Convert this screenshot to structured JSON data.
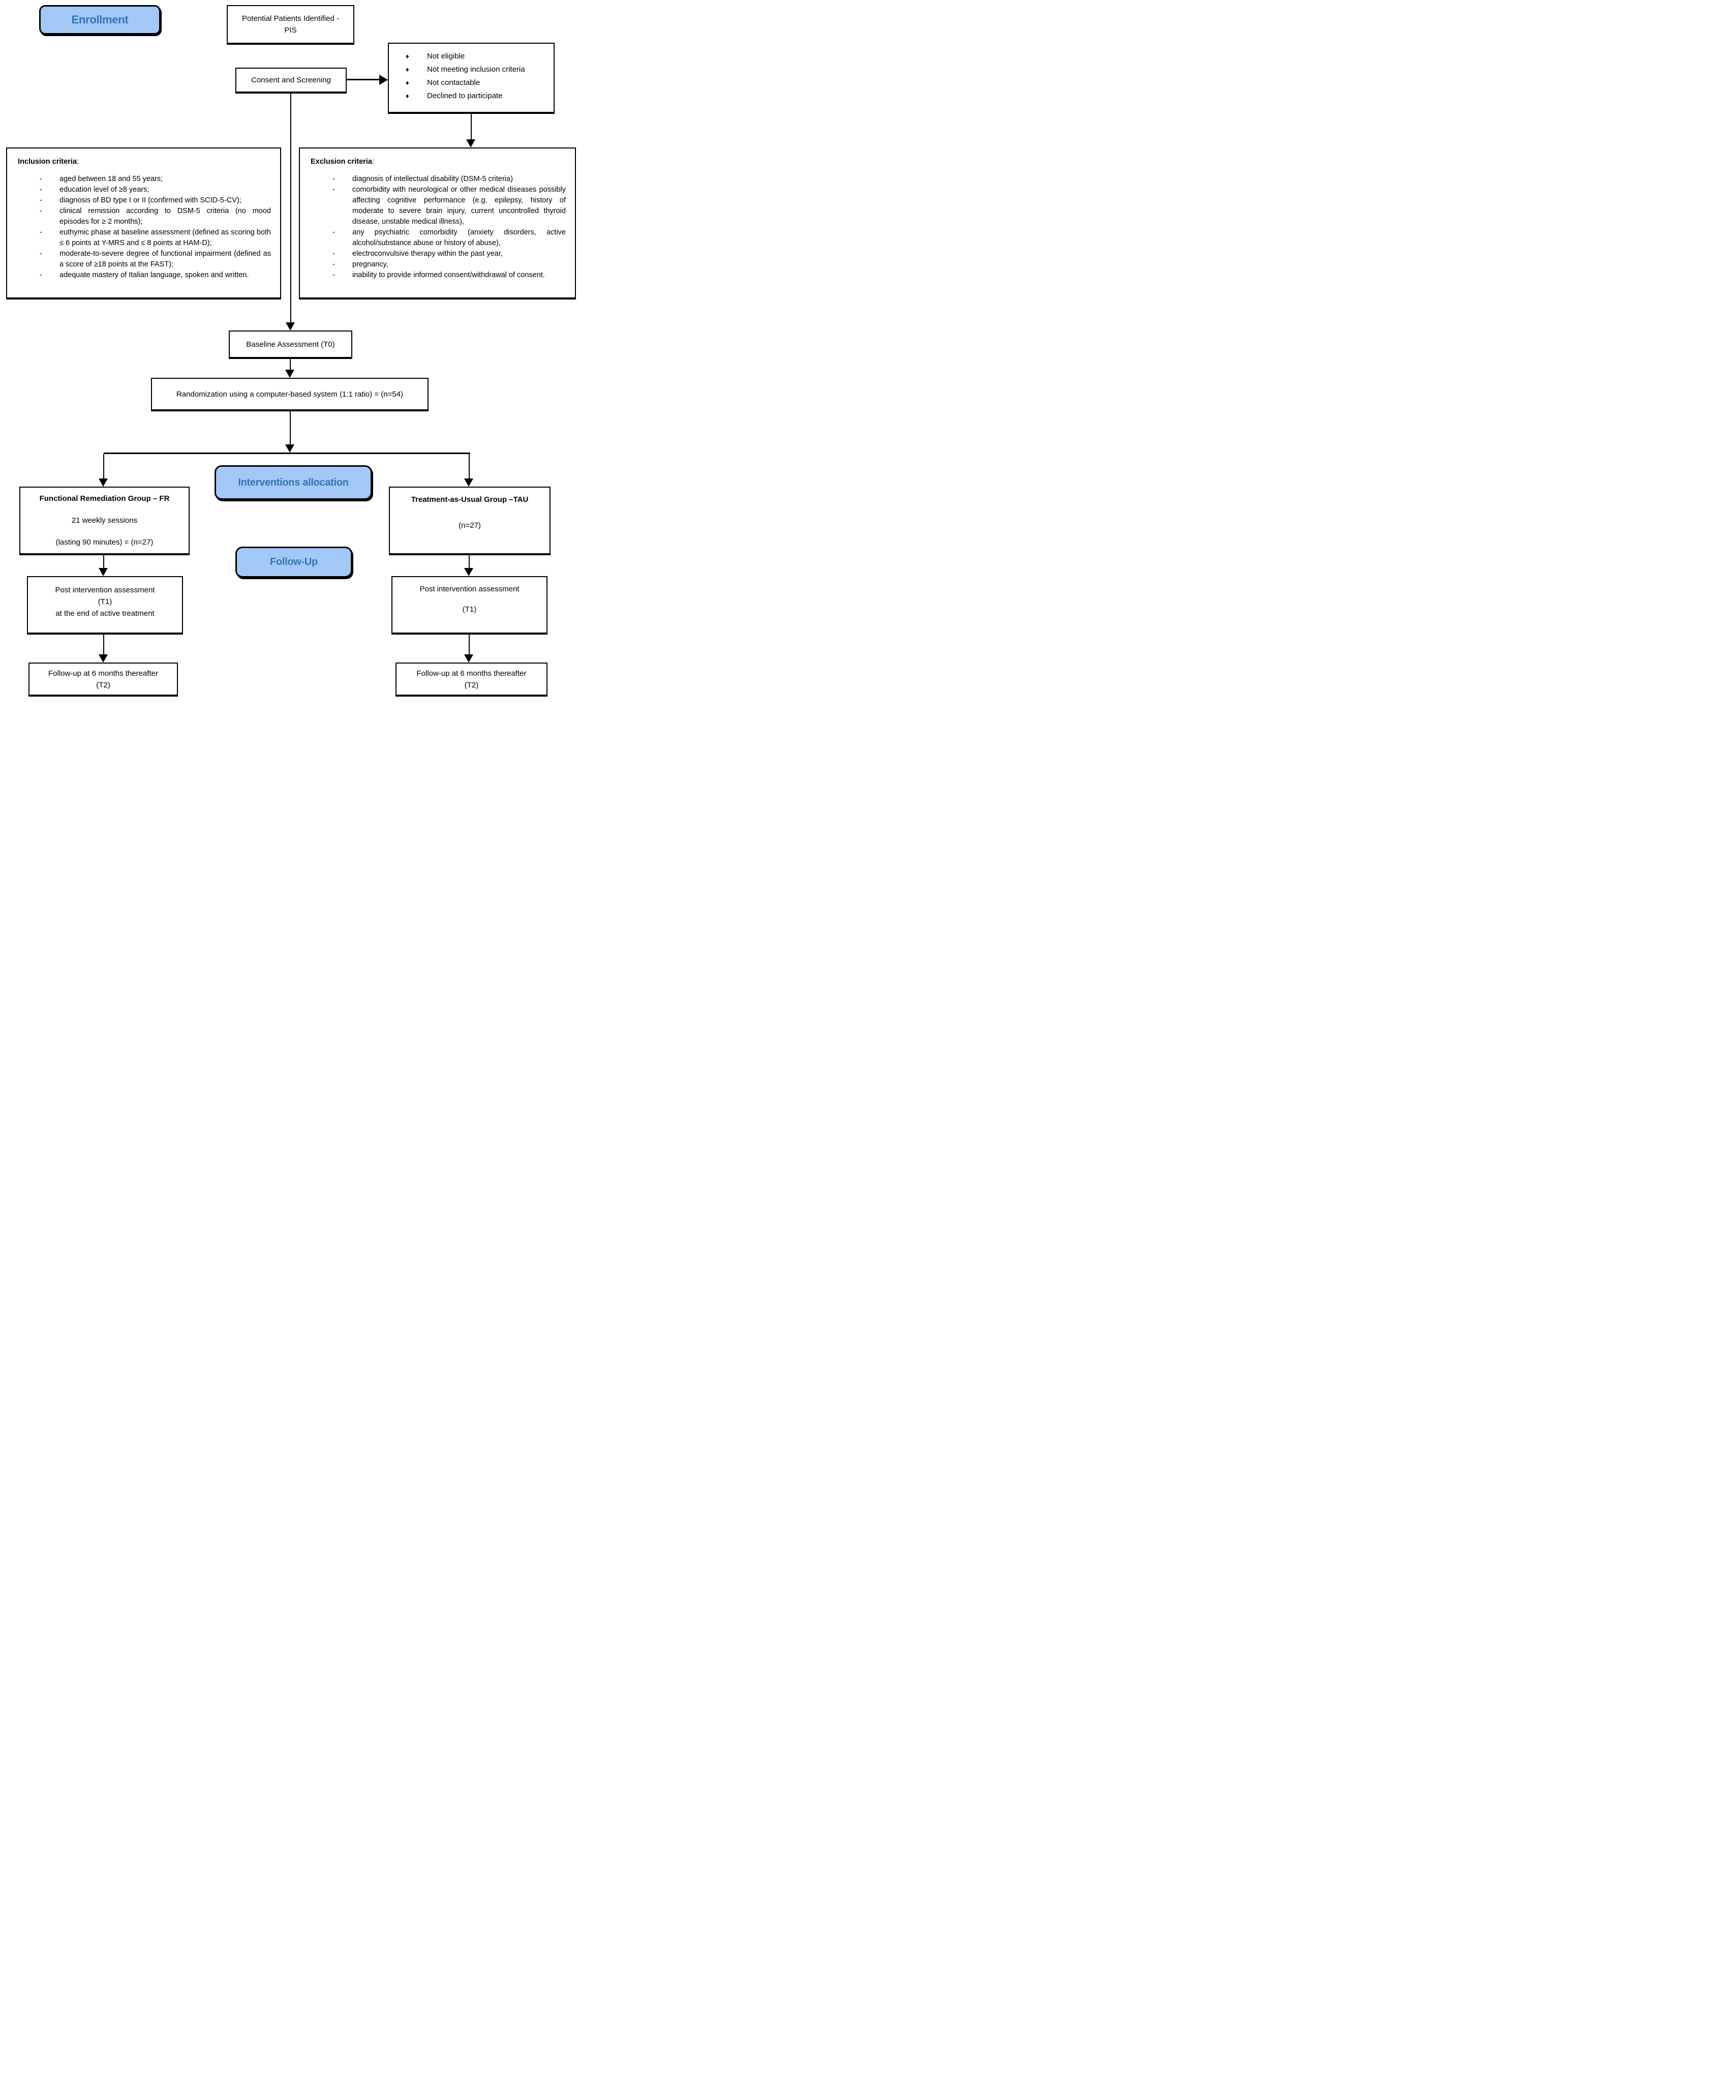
{
  "colors": {
    "label-bg": "#A4C8F6",
    "label-text": "#2E75B6",
    "line": "#000000"
  },
  "stage_labels": {
    "enrollment": "Enrollment",
    "interventions_allocation": "Interventions allocation",
    "follow_up": "Follow-Up"
  },
  "boxes": {
    "potential_patients": {
      "line1": "Potential Patients Identified -",
      "line2": "PIS"
    },
    "consent": "Consent and Screening",
    "screening_exclusions": {
      "bullet_icon": "diamond-bullet",
      "bullet_char": "♦",
      "items": [
        "Not eligible",
        "Not meeting inclusion criteria",
        "Not contactable",
        "Declined to participate"
      ]
    },
    "inclusion": {
      "title": "Inclusion criteria",
      "colon": ":",
      "bullet_icon": "dash-bullet",
      "bullet_char": "-",
      "items": [
        "aged between 18 and 55 years;",
        "education level of ≥8 years;",
        "diagnosis of BD type I or II (confirmed with SCID-5-CV);",
        "clinical remission according to DSM-5 criteria (no mood episodes for ≥ 2 months);",
        "euthymic phase at baseline assessment (defined as scoring both ≤ 6 points at Y-MRS and ≤ 8 points at HAM-D);",
        "moderate-to-severe degree of functional impairment (defined as a score of ≥18 points at the FAST);",
        "adequate mastery of Italian language, spoken and written."
      ]
    },
    "exclusion": {
      "title": "Exclusion criteria",
      "colon": ":",
      "bullet_icon": "dash-bullet",
      "bullet_char": "-",
      "items": [
        "diagnosis of intellectual disability (DSM-5 criteria)",
        "comorbidity with neurological or other medical diseases possibly affecting cognitive performance (e.g. epilepsy, history of moderate to severe brain injury, current uncontrolled thyroid disease, unstable medical illness),",
        "any psychiatric comorbidity (anxiety disorders, active alcohol/substance abuse or history of abuse),",
        "electroconvulsive therapy within the past year,",
        "pregnancy,",
        "inability to provide informed consent/withdrawal of consent."
      ]
    },
    "baseline": "Baseline Assessment (T0)",
    "randomization": "Randomization using a computer-based system (1:1 ratio) = (n=54)",
    "fr_group": {
      "title": "Functional Remediation Group – FR",
      "line2": "21 weekly sessions",
      "line3": "(lasting 90 minutes) = (n=27)"
    },
    "tau_group": {
      "title": "Treatment-as-Usual Group –TAU",
      "line2": "(n=27)"
    },
    "post_intervention_fr": {
      "line1": "Post intervention assessment",
      "line2": "(T1)",
      "line3": "at the end of active treatment"
    },
    "post_intervention_tau": {
      "line1": "Post intervention assessment",
      "line2": "(T1)"
    },
    "followup_fr": {
      "line1": "Follow-up at 6 months thereafter",
      "line2": "(T2)"
    },
    "followup_tau": {
      "line1": "Follow-up at 6 months thereafter",
      "line2": "(T2)"
    }
  }
}
